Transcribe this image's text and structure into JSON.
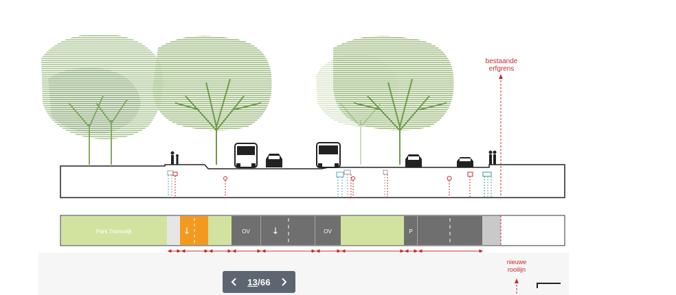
{
  "labels": {
    "existing_boundary": [
      "bestaande",
      "erfgrens"
    ],
    "new_building_line": [
      "nieuwe",
      "rooilijn"
    ]
  },
  "strip": {
    "park": "Park Transwijk",
    "ov1": "OV",
    "ov2": "OV",
    "parking": "P",
    "arrow": "↓"
  },
  "pager": {
    "current": "13",
    "separator": "/",
    "total": "66"
  },
  "colors": {
    "green_light": "#d2e3a0",
    "orange": "#f39a1e",
    "gray_dark": "#6f6f6f",
    "gray_light": "#e6e6e6",
    "red": "#c8282d",
    "tree": "#6e9b4a"
  }
}
